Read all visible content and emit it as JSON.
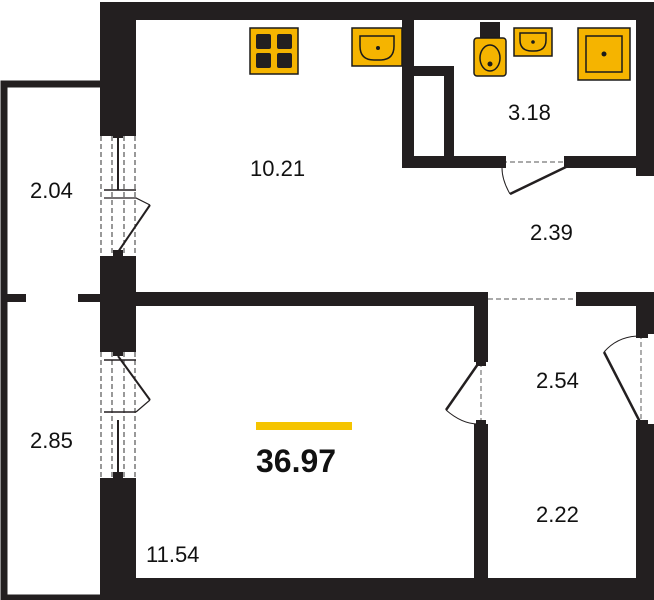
{
  "total_area": "36.97",
  "rooms": [
    {
      "id": "main-room",
      "area": "10.21"
    },
    {
      "id": "bathroom",
      "area": "3.18"
    },
    {
      "id": "hallway",
      "area": "2.39"
    },
    {
      "id": "balcony-upper",
      "area": "2.04"
    },
    {
      "id": "balcony-lower",
      "area": "2.85"
    },
    {
      "id": "bedroom",
      "area": "11.54"
    },
    {
      "id": "closet",
      "area": "2.54"
    },
    {
      "id": "storage",
      "area": "2.22"
    }
  ],
  "fixtures": [
    {
      "name": "stove",
      "icon": "stove-icon"
    },
    {
      "name": "kitchen-sink",
      "icon": "sink-icon"
    },
    {
      "name": "toilet",
      "icon": "toilet-icon"
    },
    {
      "name": "bathroom-sink",
      "icon": "sink-icon"
    },
    {
      "name": "shower-tray",
      "icon": "shower-icon"
    }
  ],
  "colors": {
    "wall": "#231f20",
    "fixture_fill": "#f5b400",
    "fixture_stroke": "#1a1a1a",
    "total_underline": "#f5c400",
    "window_line": "#555555"
  }
}
